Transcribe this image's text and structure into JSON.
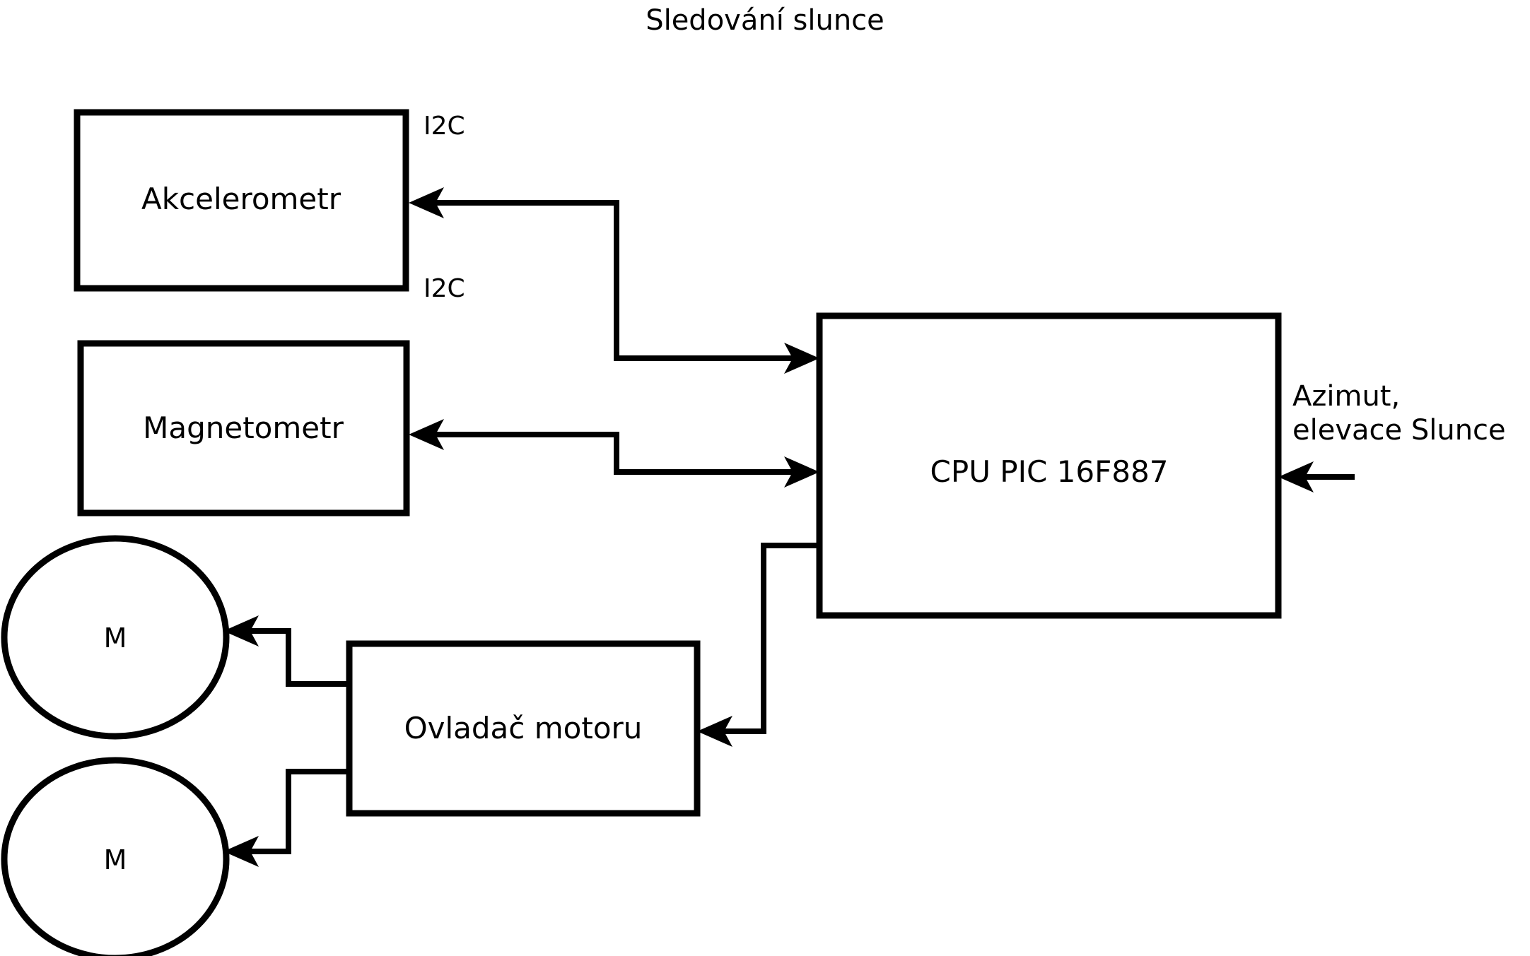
{
  "title": "Sledování slunce",
  "diagram": {
    "type": "block-diagram",
    "nodes": [
      {
        "id": "akcelerometr",
        "label": "Akcelerometr",
        "shape": "rectangle"
      },
      {
        "id": "magnetometr",
        "label": "Magnetometr",
        "shape": "rectangle"
      },
      {
        "id": "cpu",
        "label": "CPU PIC 16F887",
        "shape": "rectangle"
      },
      {
        "id": "ovladac",
        "label": "Ovladač motoru",
        "shape": "rectangle"
      },
      {
        "id": "motor1",
        "label": "M",
        "shape": "circle"
      },
      {
        "id": "motor2",
        "label": "M",
        "shape": "circle"
      }
    ],
    "edges": [
      {
        "from": "cpu",
        "to": "akcelerometr",
        "label": "I2C",
        "direction": "left"
      },
      {
        "from": "akcelerometr",
        "to": "cpu",
        "label": "",
        "direction": "right"
      },
      {
        "from": "cpu",
        "to": "magnetometr",
        "label": "I2C",
        "direction": "left"
      },
      {
        "from": "magnetometr",
        "to": "cpu",
        "label": "",
        "direction": "right"
      },
      {
        "from": "cpu",
        "to": "ovladac",
        "label": "",
        "direction": "left"
      },
      {
        "from": "ovladac",
        "to": "motor1",
        "label": "",
        "direction": "left"
      },
      {
        "from": "ovladac",
        "to": "motor2",
        "label": "",
        "direction": "left"
      }
    ],
    "external_input": {
      "line1": "Azimut,",
      "line2": "elevace Slunce"
    },
    "edge_labels": {
      "i2c_top": "I2C",
      "i2c_bottom": "I2C"
    },
    "colors": {
      "stroke": "#000000",
      "fill": "#ffffff",
      "background": "#ffffff"
    }
  }
}
